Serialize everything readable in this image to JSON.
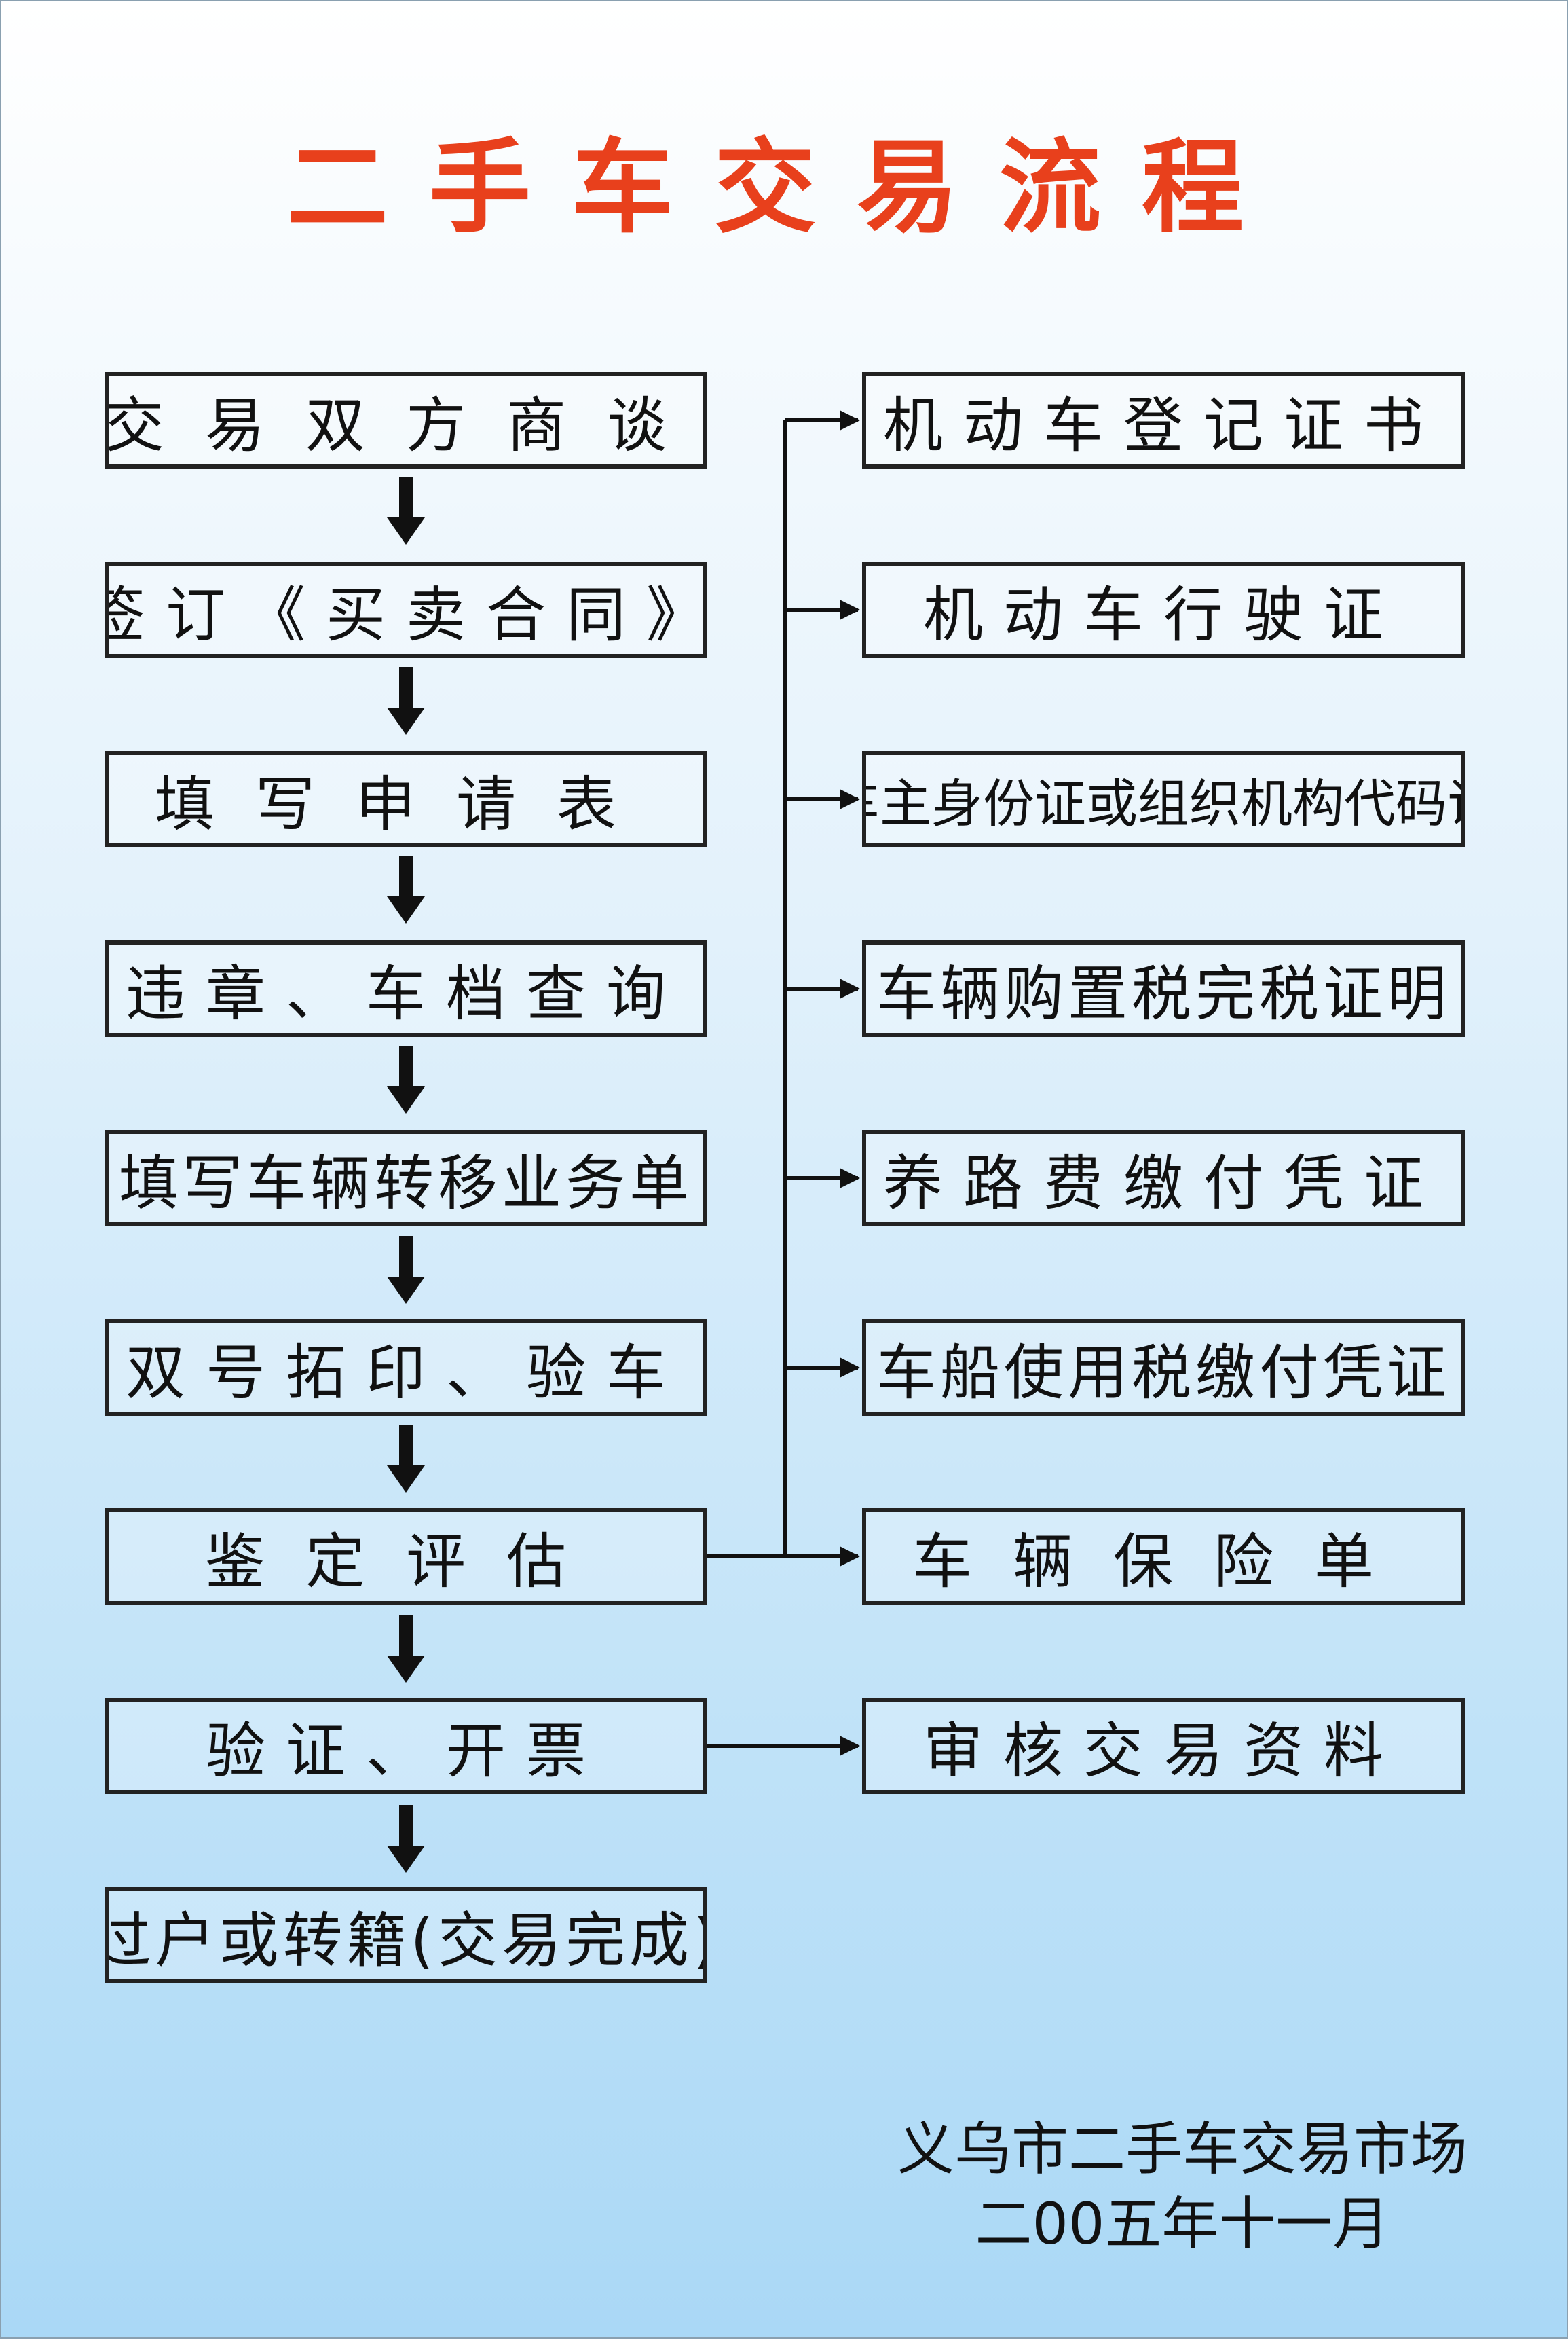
{
  "title": "二手车交易流程",
  "left_steps": [
    "交易双方商谈",
    "签订《买卖合同》",
    "填写申请表",
    "违章、车档查询",
    "填写车辆转移业务单",
    "双号拓印、验车",
    "鉴定评估",
    "验证、开票",
    "过户或转籍(交易完成)"
  ],
  "right_docs": [
    "机动车登记证书",
    "机动车行驶证",
    "车主身份证或组织机构代码证",
    "车辆购置税完税证明",
    "养路费缴付凭证",
    "车船使用税缴付凭证",
    "车辆保险单"
  ],
  "review_step": "审核交易资料",
  "footer": {
    "org": "义乌市二手车交易市场",
    "date": "二00五年十一月"
  }
}
